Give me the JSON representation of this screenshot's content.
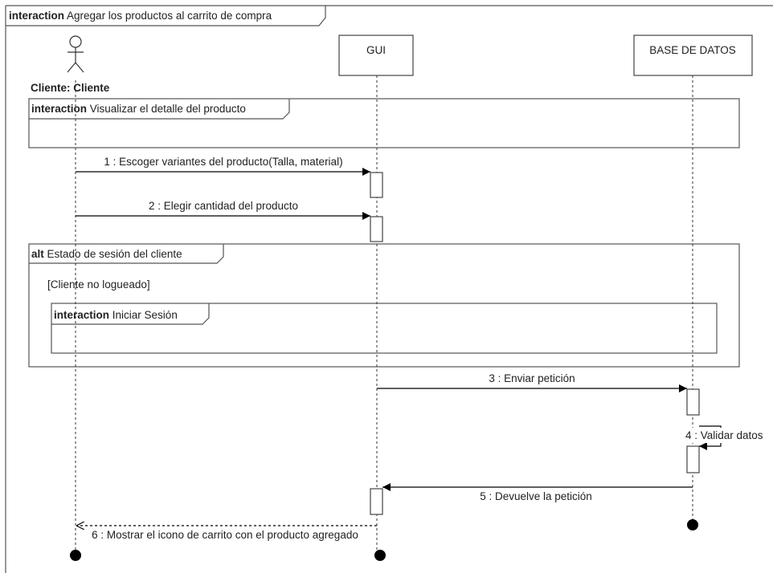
{
  "outer_frame": {
    "keyword": "interaction",
    "title": "Agregar los productos al carrito de compra"
  },
  "actor": {
    "name": "Cliente: Cliente"
  },
  "lifelines": {
    "gui": {
      "label": "GUI"
    },
    "db": {
      "label": "BASE DE DATOS"
    }
  },
  "fragments": {
    "visualizar": {
      "keyword": "interaction",
      "title": "Visualizar el detalle del producto"
    },
    "alt": {
      "keyword": "alt",
      "title": "Estado de sesión del cliente",
      "guard": "[Cliente no logueado]"
    },
    "iniciar": {
      "keyword": "interaction",
      "title": "Iniciar Sesión"
    }
  },
  "messages": {
    "m1": "1 : Escoger variantes del producto(Talla, material)",
    "m2": "2 : Elegir cantidad del producto",
    "m3": "3 : Enviar petición",
    "m4": "4 : Validar datos",
    "m5": "5 : Devuelve la petición",
    "m6": "6 : Mostrar el icono de carrito con el producto agregado"
  }
}
